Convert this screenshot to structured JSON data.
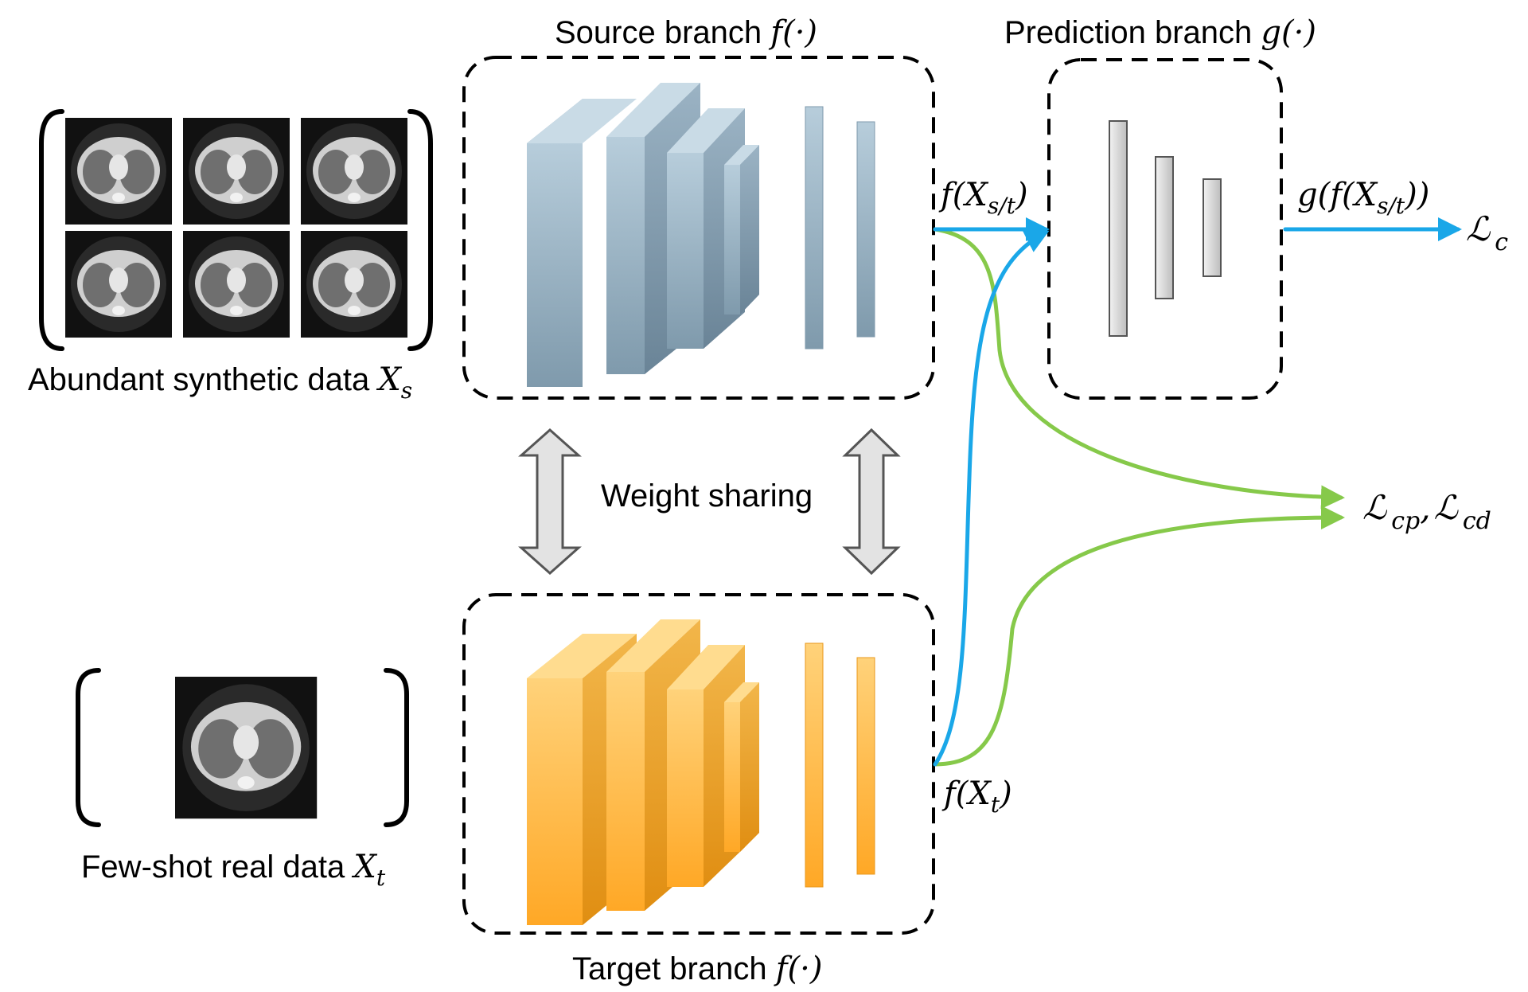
{
  "labels": {
    "source_branch": {
      "text": "Source branch ",
      "math": "f(·)"
    },
    "prediction_branch": {
      "text": "Prediction branch ",
      "math": "g(·)"
    },
    "target_branch": {
      "text": "Target branch ",
      "math": "f(·)"
    },
    "synthetic_data": {
      "text": "Abundant synthetic data ",
      "var": "X",
      "sub": "s"
    },
    "real_data": {
      "text": "Few-shot real data ",
      "var": "X",
      "sub": "t"
    },
    "weight_sharing": "Weight sharing",
    "f_xst": {
      "pre": "f(X",
      "sub": "s/t",
      "post": ")"
    },
    "g_f_xst": {
      "pre": "g(f(X",
      "sub": "s/t",
      "post": "))"
    },
    "f_xt": {
      "pre": "f(X",
      "sub": "t",
      "post": ")"
    },
    "loss_c": {
      "sym": "ℒ",
      "sub": "c"
    },
    "loss_cp_cd": {
      "sym1": "ℒ",
      "sub1": "cp",
      "sep": ",",
      "sym2": "ℒ",
      "sub2": "cd"
    }
  },
  "colors": {
    "source_blue_top": "#b4cad8",
    "source_blue_bottom": "#7e99ab",
    "target_orange_top": "#ffcf6e",
    "target_orange_bottom": "#ffa726",
    "arrow_blue": "#1aa7e8",
    "arrow_green": "#86c94a",
    "dashed_border": "#000000"
  },
  "icons": [
    "ct-scan-image",
    "double-arrow-icon",
    "curly-bracket"
  ]
}
